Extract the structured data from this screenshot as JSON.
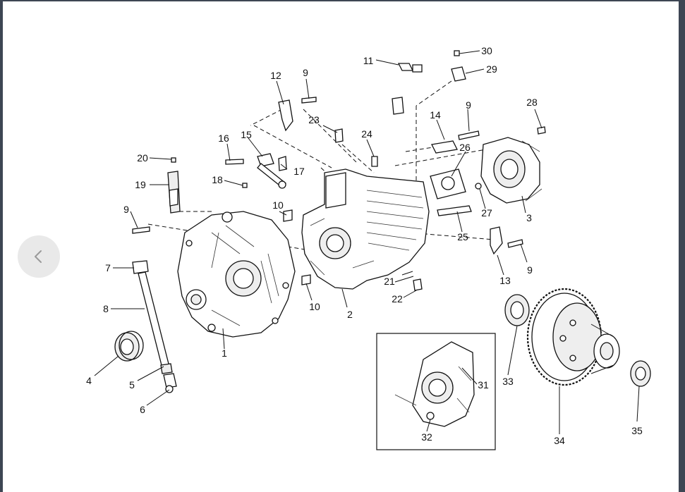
{
  "viewer": {
    "prev_icon": "chevron-left-icon"
  },
  "colors": {
    "frame": "#3d4653",
    "button_bg": "#e9e9e9",
    "line_art": "#111111"
  },
  "callouts": {
    "c1": "1",
    "c2": "2",
    "c3": "3",
    "c4": "4",
    "c5": "5",
    "c6": "6",
    "c7": "7",
    "c8": "8",
    "c9a": "9",
    "c9b": "9",
    "c9c": "9",
    "c9d": "9",
    "c10a": "10",
    "c10b": "10",
    "c11": "11",
    "c12": "12",
    "c13": "13",
    "c14": "14",
    "c15": "15",
    "c16": "16",
    "c17": "17",
    "c18": "18",
    "c19": "19",
    "c20": "20",
    "c21": "21",
    "c22": "22",
    "c23": "23",
    "c24": "24",
    "c25": "25",
    "c26": "26",
    "c27": "27",
    "c28": "28",
    "c29": "29",
    "c30": "30",
    "c31": "31",
    "c32": "32",
    "c33": "33",
    "c34": "34",
    "c35": "35"
  }
}
